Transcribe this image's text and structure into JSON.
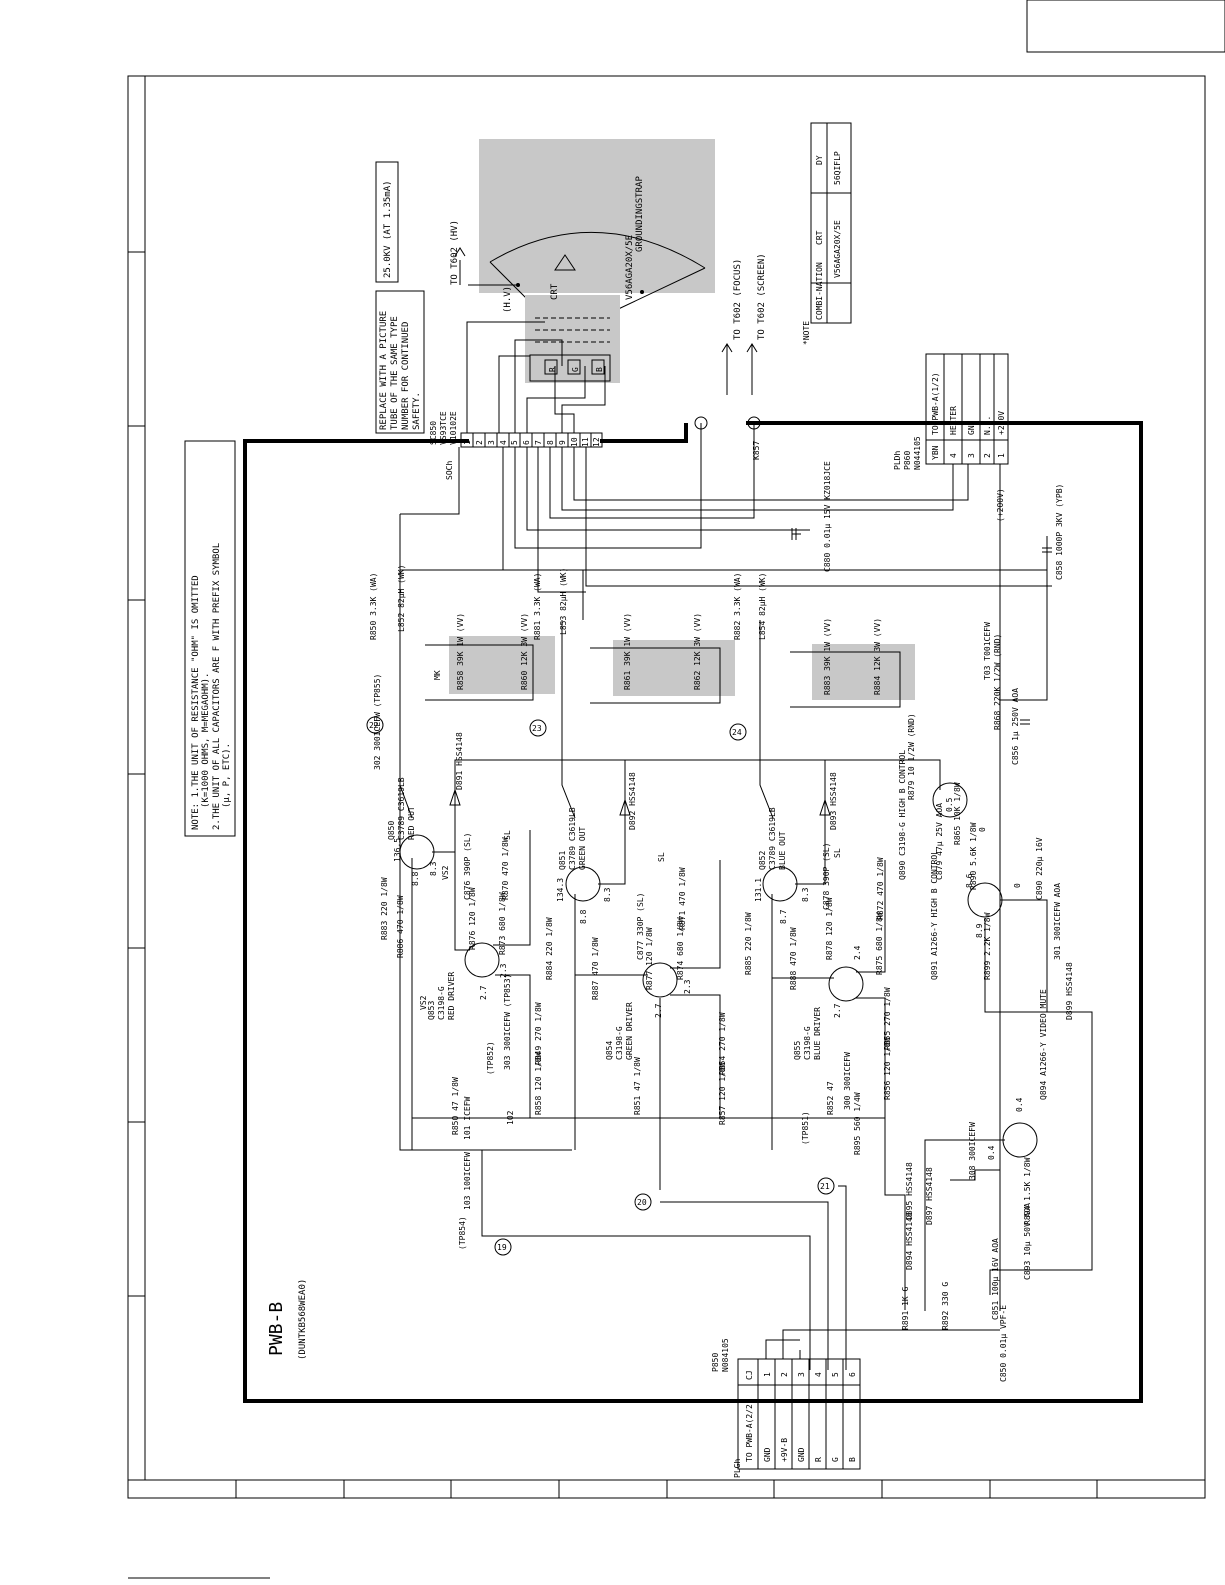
{
  "colors": {
    "line": "#000000",
    "highlight": "#c8c8c8",
    "background": "#ffffff"
  },
  "board": {
    "name": "PWB-B",
    "part_no": "(DUNTKB568WEA0)"
  },
  "notes": {
    "line1": "NOTE: 1.THE UNIT OF RESISTANCE \"OHM\" IS OMITTED",
    "line2": "(K=1000 OHMS, M=MEGAOHM).",
    "line3": "2.THE UNIT OF ALL CAPACITORS ARE F WITH PREFIX SYMBOL",
    "line4": "(μ, P, ETC)."
  },
  "safety": {
    "line1": "REPLACE WITH A PICTURE",
    "line2": "TUBE OF THE SAME TYPE",
    "line3": "NUMBER FOR CONTINUED",
    "line4": "SAFETY."
  },
  "hv_note": "25.0KV (AT 1.35mA)",
  "crt": {
    "model": "V56AGA20X/5E",
    "strap": "GROUNDINGSTRAP",
    "label": "CRT",
    "hv": "(H.V)",
    "to_hv": "TO T602 (HV)",
    "to_focus": "TO T602 (FOCUS)",
    "to_screen": "TO T602 (SCREEN)",
    "guns": [
      "R",
      "G",
      "B"
    ]
  },
  "socket": {
    "ref": "SC850",
    "part": "VS93TCE",
    "part2": "V10102E",
    "label": "SOCh",
    "pins": [
      "1",
      "2",
      "3",
      "4",
      "5",
      "6",
      "7",
      "8",
      "9",
      "10",
      "11",
      "12"
    ]
  },
  "combination_table": {
    "note": "*NOTE",
    "header": [
      "COMBI-NATION",
      "CRT",
      "DY"
    ],
    "row": [
      "",
      "V56AGA20X/5E",
      "56QIFLP"
    ]
  },
  "connector_top": {
    "ref": "PLDh",
    "ref2": "P860",
    "part": "N044105",
    "head": "YBN",
    "dest": "TO PWB-A(1/2)",
    "pins": [
      {
        "n": "4",
        "name": "HEATER"
      },
      {
        "n": "3",
        "name": "GND"
      },
      {
        "n": "2",
        "name": "N.C."
      },
      {
        "n": "1",
        "name": "+200V"
      }
    ]
  },
  "connector_bottom": {
    "ref": "P850",
    "part": "N084105",
    "head": "CJ",
    "plg": "PLGh",
    "dest": "TO PWB-A(2/2)",
    "pins": [
      {
        "n": "1",
        "name": "GND"
      },
      {
        "n": "2",
        "name": "+9V-B"
      },
      {
        "n": "3",
        "name": "GND"
      },
      {
        "n": "4",
        "name": "R"
      },
      {
        "n": "5",
        "name": "G"
      },
      {
        "n": "6",
        "name": "B"
      }
    ]
  },
  "rail_200v": "(+200V)",
  "k857": "K857",
  "stages": [
    {
      "out": "Q850",
      "out_parts": "C3789 C3619LB",
      "out_name": "RED OUT",
      "drv": "Q853",
      "drv_part": "C3198-G",
      "drv_name": "RED DRIVER",
      "load": "R850 3.3K (WA)",
      "coil": "L852 82μH (WK)",
      "node": "22",
      "res_a": "R858 39K 1W (VV)",
      "res_b": "R860 12K 3W (VV)",
      "vout": "136.5",
      "v1": "8.8",
      "v2": "8.3",
      "v3": "2.7",
      "v4": "2.3"
    },
    {
      "out": "Q851",
      "out_parts": "C3789 C3619LB",
      "out_name": "GREEN OUT",
      "drv": "Q854",
      "drv_part": "C3198-G",
      "drv_name": "GREEN DRIVER",
      "load": "R881 3.3K (WA)",
      "coil": "L853 82μH (WK)",
      "node": "23",
      "res_a": "R861 39K 1W (VV)",
      "res_b": "R862 12K 3W (VV)",
      "vout": "134.3",
      "v1": "8.8",
      "v2": "8.3",
      "v3": "2.7",
      "v4": "2.3"
    },
    {
      "out": "Q852",
      "out_parts": "C3789 C3619LB",
      "out_name": "BLUE OUT",
      "drv": "Q855",
      "drv_part": "C3198-G",
      "drv_name": "BLUE DRIVER",
      "load": "R882 3.3K (WA)",
      "coil": "L854 82μH (WK)",
      "node": "24",
      "res_a": "R883 39K 1W (VV)",
      "res_b": "R884 12K 3W (VV)",
      "vout": "131.1",
      "v1": "8.7",
      "v2": "8.3",
      "v3": "2.7",
      "v4": "2.4"
    }
  ],
  "parts": {
    "d891": "D891 HSS4148",
    "d892": "D892 HSS4148",
    "d893": "D893 HSS4148",
    "c876": "C876 390P (SL)",
    "c877": "C877 330P (SL)",
    "c878": "C878 390P (SL)",
    "r870": "R870 470 1/8W",
    "r871": "R871 470 1/8W",
    "r872": "R872 470 1/8W",
    "r873": "R873 680 1/8W",
    "r874": "R874 680 1/8W",
    "r875": "R875 680 1/8W",
    "r876": "R876 120 1/8W",
    "r877": "R877 120 1/8W",
    "r878": "R878 120 1/8W",
    "r883": "R883 220 1/8W",
    "r884": "R884 220 1/8W",
    "r885": "R885 220 1/8W",
    "r886": "R886 470 1/8W",
    "r887": "R887 470 1/8W",
    "r888": "R888 470 1/8W",
    "r849": "R849 270 1/8W",
    "r854": "R854 270 1/8W",
    "r855": "R855 270 1/8W",
    "r858b": "R858 120 1/8W",
    "r857": "R857 120 1/8W",
    "r856": "R856 120 1/8W",
    "r850b": "R850 47 1/8W",
    "r851": "R851 47 1/8W",
    "r852": "R852 47",
    "c880": "C880 0.01μ 15V KZ018JCE",
    "c858": "C858 1000P 3KV (YPB)",
    "t03": "T03 T001CEFW",
    "r868": "R868 220K 1/2W (RND)",
    "c856": "C856 1μ 250V AOA",
    "r879": "R879 10 1/2W (RND)",
    "q890": "Q890 C3198-G HIGH B CONTROL",
    "r865": "R865 10K 1/8W",
    "c879": "C879 47μ 25V AOA",
    "r890": "R890 5.6K 1/8W",
    "c890": "C890 220μ 16V",
    "q891": "Q891 A1266-Y HIGH B CONTROL",
    "r899": "R899 2.2K 1/8W",
    "j301": "301 300ICEFW AOA",
    "d899": "D899 HSS4148",
    "q894": "Q894 A1266-Y VIDEO MUTE",
    "j302": "302 300ICEFW (TP855)",
    "j303": "303 300ICEFW (TP853)",
    "tp852": "(TP852)",
    "j102": "102",
    "j101": "101 ICEFW",
    "j103": "103 100ICEFW",
    "tp854": "(TP854)",
    "j300": "300 300ICEFW",
    "tp851": "(TP851)",
    "r895": "R895 560 1/4W",
    "j308": "308 300ICEFW",
    "d895": "D895 HSS4148",
    "d897": "D897 HSS4148",
    "d894": "D894 HSS4148",
    "r894": "R894 1.5K 1/8W",
    "c893": "C893 10μ 50V AOA",
    "r891": "R891 1K G",
    "r892": "R892 330 G",
    "c851": "C851 100μ 16V AOA",
    "c850": "C850 0.01μ VPF-E",
    "vs2": "VS2",
    "sl": "SL",
    "mk": "MK"
  },
  "nodes": {
    "n19": "19",
    "n20": "20",
    "n21": "21",
    "n22": "22",
    "n23": "23",
    "n24": "24"
  },
  "voltages": {
    "q890_b": "0.5",
    "q890_e": "0",
    "q891_c": "8.6",
    "q891_e": "0",
    "q891_b": "8.9",
    "q894_c": "0.4",
    "q894_b": "0.4"
  }
}
